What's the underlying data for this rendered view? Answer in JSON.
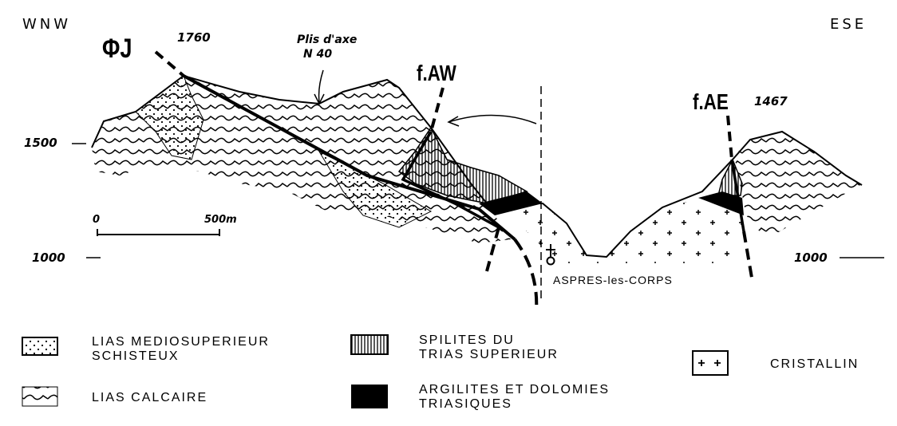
{
  "orientation": {
    "left": "WNW",
    "right": "ESE"
  },
  "elevations": {
    "peak_left": "1760",
    "peak_right": "1467",
    "left_1500": "1500",
    "left_1000": "1000",
    "right_1000": "1000"
  },
  "annotation": {
    "folds_line1": "Plis d'axe",
    "folds_line2": "N 40"
  },
  "faults": {
    "thrust": "ΦJ",
    "west": "f.AW",
    "east": "f.AE"
  },
  "scale": {
    "start": "0",
    "end": "500m"
  },
  "place": "ASPRES-les-CORPS",
  "legend": [
    {
      "pattern": "dotted",
      "line1": "LIAS MEDIOSUPERIEUR",
      "line2": "SCHISTEUX"
    },
    {
      "pattern": "wavy",
      "line1": "LIAS CALCAIRE",
      "line2": ""
    },
    {
      "pattern": "vertical-stripes",
      "line1": "SPILITES DU",
      "line2": "TRIAS SUPERIEUR"
    },
    {
      "pattern": "solid-black",
      "line1": "ARGILITES ET DOLOMIES",
      "line2": "TRIASIQUES"
    },
    {
      "pattern": "crosses",
      "line1": "CRISTALLIN",
      "line2": ""
    }
  ]
}
